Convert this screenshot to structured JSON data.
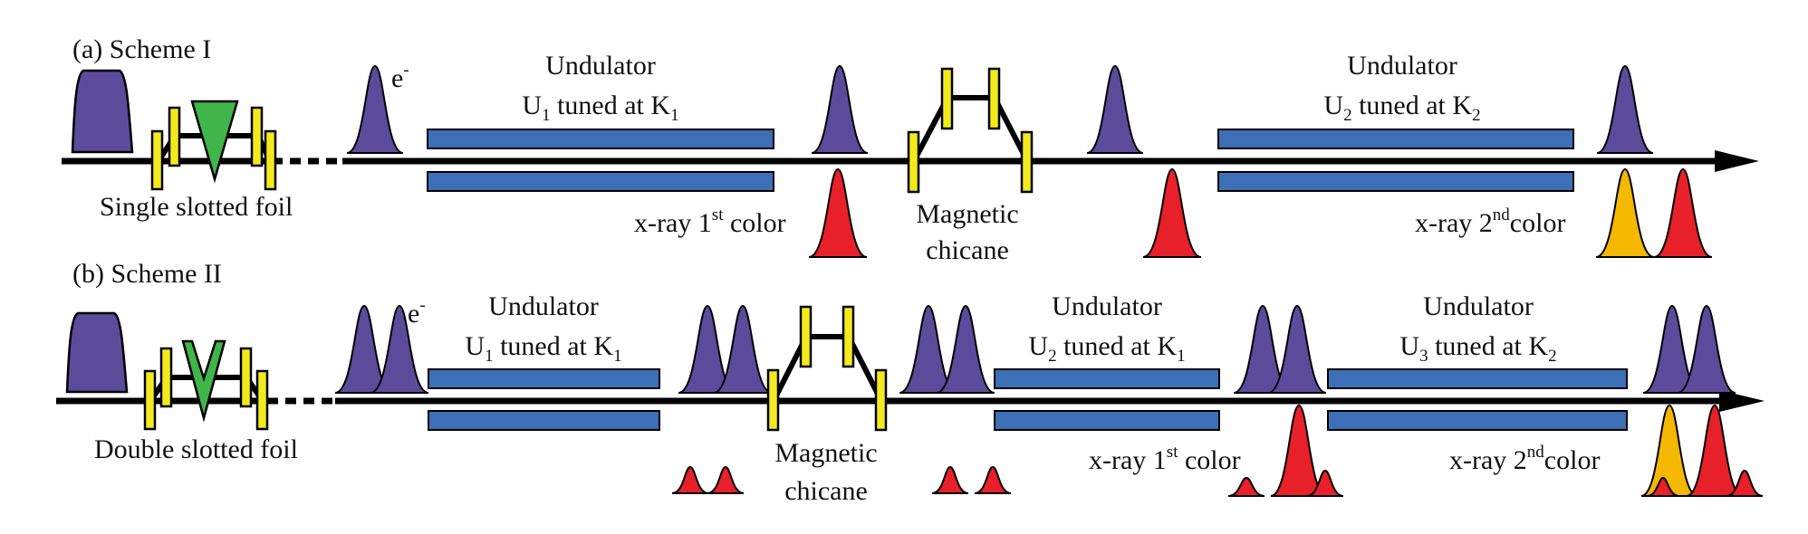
{
  "colors": {
    "electron": "#5b4b9b",
    "xray_color1": "#e8202a",
    "xray_color2": "#f5b800",
    "undulator": "#3d6fb6",
    "chicane_magnet": "#f3ea1e",
    "foil": "#3fb54a",
    "beamline": "#000000"
  },
  "scheme_a": {
    "title": "(a) Scheme I",
    "electron_label_e": "e",
    "electron_label_sup": "-",
    "foil_label": "Single slotted foil",
    "und1": {
      "title": "Undulator",
      "line_prefix": "U",
      "line_sub": "1",
      "line_mid": " tuned at K",
      "line_sub2": "1"
    },
    "chicane": {
      "line1": "Magnetic",
      "line2": "chicane"
    },
    "und2": {
      "title": "Undulator",
      "line_prefix": "U",
      "line_sub": "2",
      "line_mid": " tuned at K",
      "line_sub2": "2"
    },
    "xray1": {
      "prefix": "x-ray  1",
      "sup": "st",
      "suffix": " color"
    },
    "xray2": {
      "prefix": "x-ray 2",
      "sup": "nd",
      "suffix": "color"
    }
  },
  "scheme_b": {
    "title": "(b) Scheme II",
    "electron_label_e": "e",
    "electron_label_sup": "-",
    "foil_label": "Double slotted foil",
    "und1": {
      "title": "Undulator",
      "line_prefix": "U",
      "line_sub": "1",
      "line_mid": " tuned at K",
      "line_sub2": "1"
    },
    "chicane": {
      "line1": "Magnetic",
      "line2": "chicane"
    },
    "und2": {
      "title": "Undulator",
      "line_prefix": "U",
      "line_sub": "2",
      "line_mid": " tuned at K",
      "line_sub2": "1"
    },
    "und3": {
      "title": "Undulator",
      "line_prefix": "U",
      "line_sub": "3",
      "line_mid": " tuned at K",
      "line_sub2": "2"
    },
    "xray1": {
      "prefix": "x-ray  1",
      "sup": "st",
      "suffix": " color"
    },
    "xray2": {
      "prefix": "x-ray 2",
      "sup": "nd",
      "suffix": "color"
    }
  }
}
